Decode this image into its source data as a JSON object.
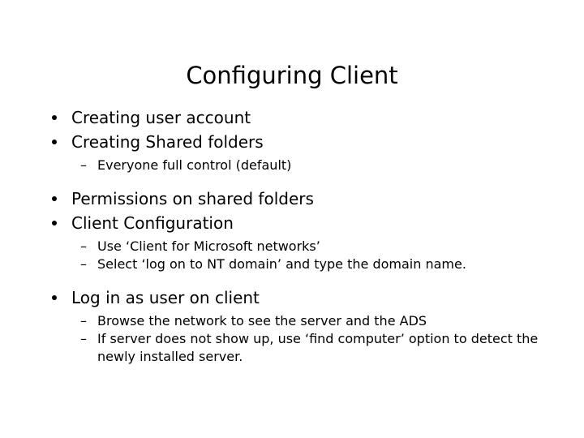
{
  "slide": {
    "title": "Configuring Client",
    "background_color": "#ffffff",
    "text_color": "#000000",
    "bullet_glyph": "•",
    "subbullet_glyph": "–",
    "content": [
      {
        "level": 1,
        "text": "Creating user account"
      },
      {
        "level": 1,
        "text": "Creating Shared folders"
      },
      {
        "level": 2,
        "text": "Everyone full control (default)"
      },
      {
        "level": 1,
        "text": "Permissions on shared folders"
      },
      {
        "level": 1,
        "text": "Client Configuration"
      },
      {
        "level": 2,
        "text": "Use ‘Client for Microsoft networks’"
      },
      {
        "level": 2,
        "text": "Select ‘log on to NT domain’ and type the domain name."
      },
      {
        "level": 1,
        "text": "Log in as user on client"
      },
      {
        "level": 2,
        "text": "Browse the network to see the server and the ADS"
      },
      {
        "level": 2,
        "text": "If server does not show up, use ‘find computer’ option to detect the newly installed server."
      }
    ]
  }
}
